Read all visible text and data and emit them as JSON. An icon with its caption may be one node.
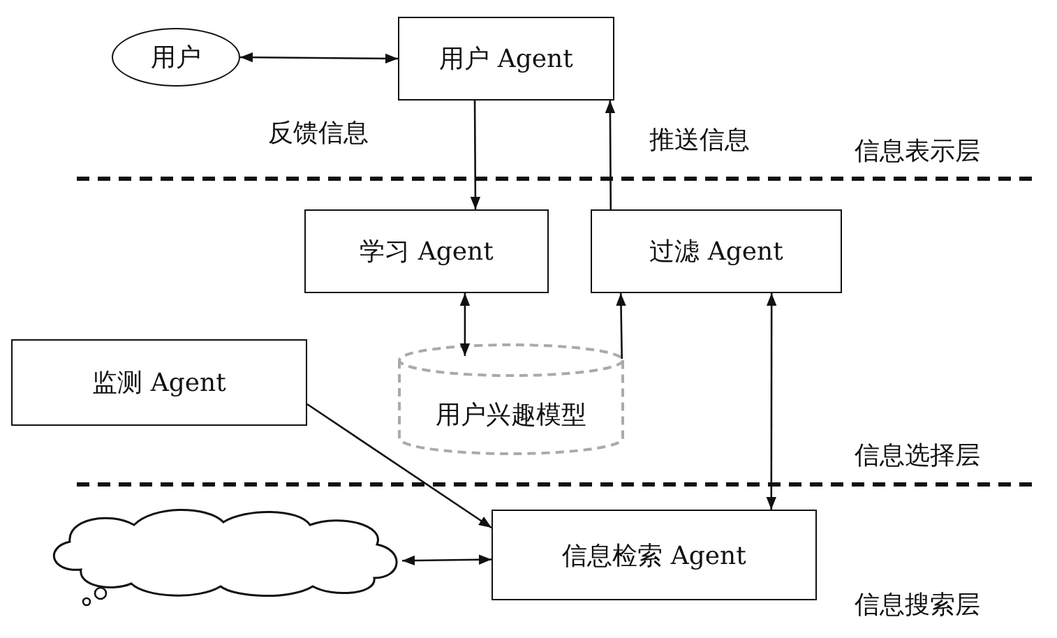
{
  "diagram": {
    "nodes": [
      {
        "text": [
          "用户"
        ]
      },
      {
        "text": [
          "用户 Agent"
        ]
      },
      {
        "text": [
          "学习 Agent"
        ]
      },
      {
        "text": [
          "过滤 Agent"
        ]
      },
      {
        "text": [
          "用户兴趣模型"
        ]
      },
      {
        "text": [
          "监测 Agent"
        ]
      },
      {
        "text": [],
        "shape": "cloud"
      },
      {
        "text": [
          "信息检索 Agent"
        ]
      }
    ],
    "edges": [
      {
        "from": 0,
        "to": 1,
        "arrow": "both"
      },
      {
        "from": 1,
        "to": 2,
        "arrow": "to",
        "label": "反馈信息"
      },
      {
        "from": 3,
        "to": 1,
        "arrow": "to",
        "label": "推送信息"
      },
      {
        "from": 2,
        "to": 4,
        "arrow": "both"
      },
      {
        "from": 4,
        "to": 3,
        "arrow": "to"
      },
      {
        "from": 3,
        "to": 7,
        "arrow": "both"
      },
      {
        "from": 5,
        "to": 7,
        "arrow": "to"
      },
      {
        "from": 6,
        "to": 7,
        "arrow": "both"
      }
    ],
    "labels": [
      "信息表示层",
      "信息选择层",
      "信息搜索层"
    ]
  }
}
